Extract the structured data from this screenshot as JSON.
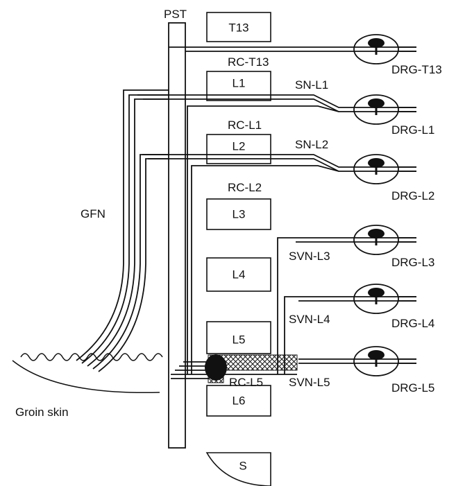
{
  "diagram": {
    "pst_label": "PST",
    "vertebrae": [
      "T13",
      "L1",
      "L2",
      "L3",
      "L4",
      "L5",
      "L6",
      "S"
    ],
    "rami": [
      "RC-T13",
      "RC-L1",
      "RC-L2",
      "RC-L5"
    ],
    "spinal_nerves": [
      "SN-L1",
      "SN-L2"
    ],
    "splanchnic_nerves": [
      "SVN-L3",
      "SVN-L4",
      "SVN-L5"
    ],
    "ganglia": [
      "DRG-T13",
      "DRG-L1",
      "DRG-L2",
      "DRG-L3",
      "DRG-L4",
      "DRG-L5"
    ],
    "gfn_label": "GFN",
    "groin_label": "Groin skin"
  }
}
